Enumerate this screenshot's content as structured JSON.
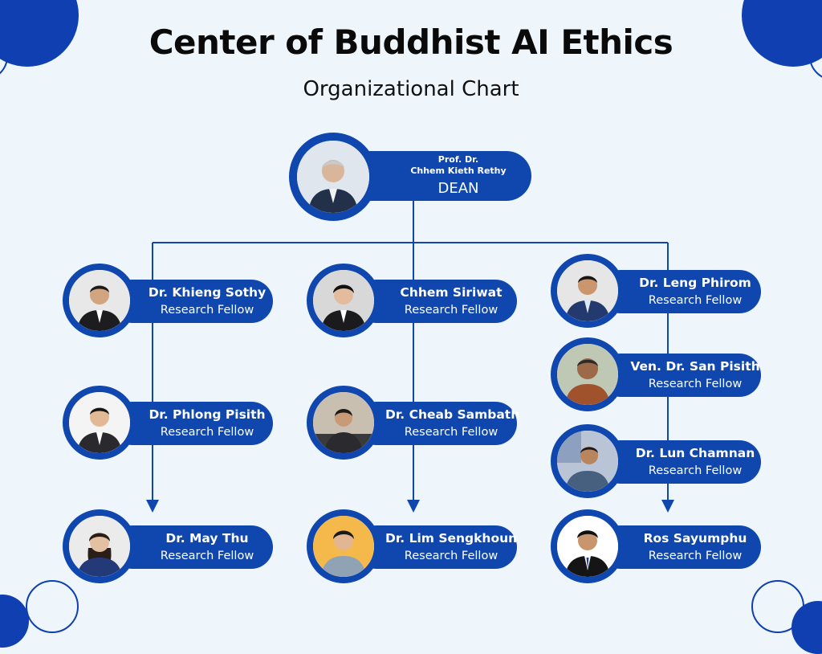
{
  "header": {
    "title": "Center of Buddhist AI Ethics",
    "subtitle": "Organizational Chart"
  },
  "colors": {
    "accent": "#0f47af",
    "background": "#eef6fc",
    "text_on_accent": "#ffffff"
  },
  "dean": {
    "prefix": "Prof. Dr.",
    "name": "Chhem Kieth Rethy",
    "role": "DEAN",
    "photo": "person-photo"
  },
  "columns": [
    {
      "members": [
        {
          "name": "Dr. Khieng Sothy",
          "role": "Research Fellow"
        },
        {
          "name": "Dr. Phlong Pisith",
          "role": "Research Fellow"
        },
        {
          "name": "Dr. May Thu",
          "role": "Research Fellow"
        }
      ]
    },
    {
      "members": [
        {
          "name": "Chhem Siriwat",
          "role": "Research Fellow"
        },
        {
          "name": "Dr. Cheab Sambath",
          "role": "Research Fellow"
        },
        {
          "name": "Dr. Lim Sengkhoun",
          "role": "Research Fellow"
        }
      ]
    },
    {
      "members": [
        {
          "name": "Dr. Leng Phirom",
          "role": "Research Fellow"
        },
        {
          "name": "Ven. Dr. San Pisith",
          "role": "Research Fellow"
        },
        {
          "name": "Dr. Lun Chamnan",
          "role": "Research Fellow"
        },
        {
          "name": "Ros Sayumphu",
          "role": "Research Fellow"
        }
      ]
    }
  ]
}
